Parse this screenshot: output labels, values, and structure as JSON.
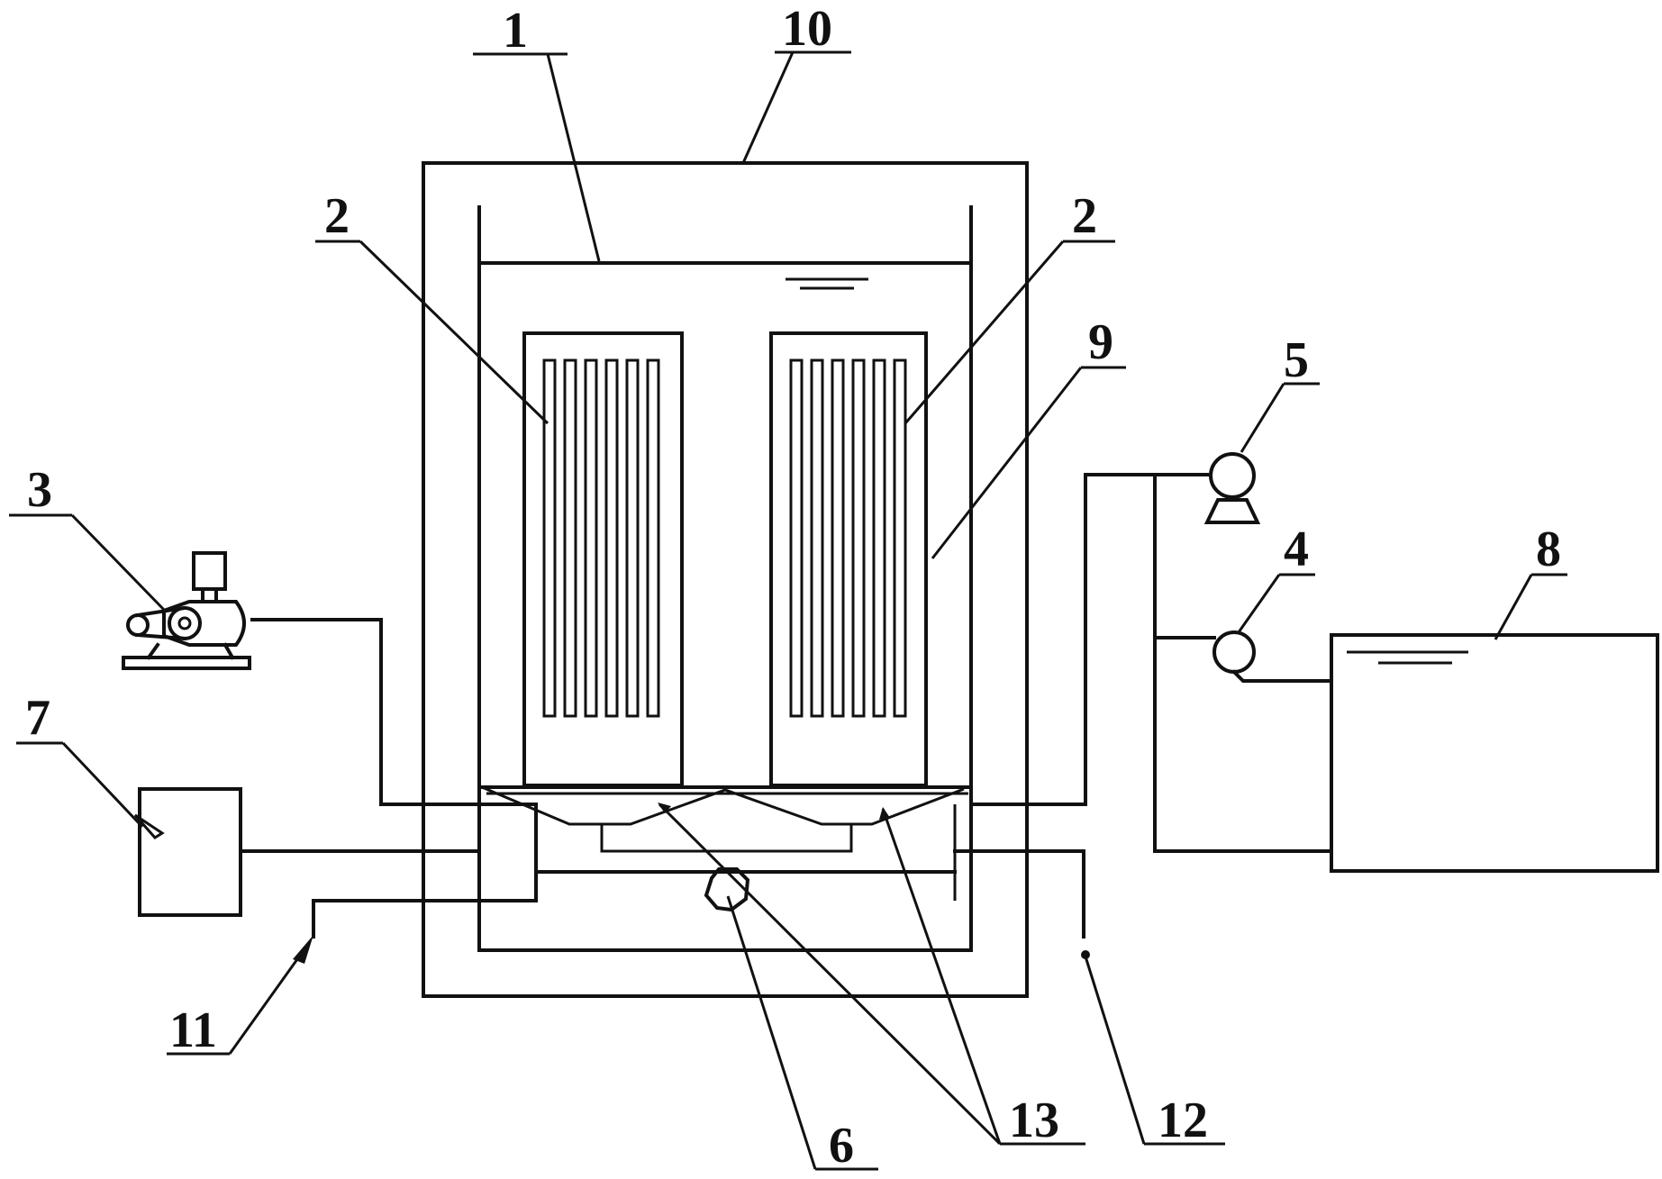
{
  "labels": {
    "l1": "1",
    "l2a": "2",
    "l2b": "2",
    "l3": "3",
    "l4": "4",
    "l5": "5",
    "l6": "6",
    "l7": "7",
    "l8": "8",
    "l9": "9",
    "l10": "10",
    "l11": "11",
    "l12": "12",
    "l13": "13"
  },
  "colors": {
    "line": "#111111",
    "background": "#ffffff"
  }
}
